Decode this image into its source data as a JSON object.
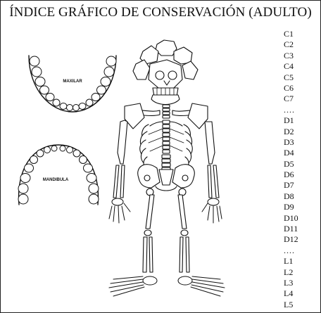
{
  "title": "ÍNDICE GRÁFICO DE CONSERVACIÓN (ADULTO)",
  "dental": {
    "upper_label": "MAXILAR",
    "lower_label": "MANDIBULA"
  },
  "vertebrae": [
    "C1",
    "C2",
    "C3",
    "C4",
    "C5",
    "C6",
    "C7",
    "....",
    "D1",
    "D2",
    "D3",
    "D4",
    "D5",
    "D6",
    "D7",
    "D8",
    "D9",
    "D10",
    "D11",
    "D12",
    "....",
    "L1",
    "L2",
    "L3",
    "L4",
    "L5"
  ]
}
